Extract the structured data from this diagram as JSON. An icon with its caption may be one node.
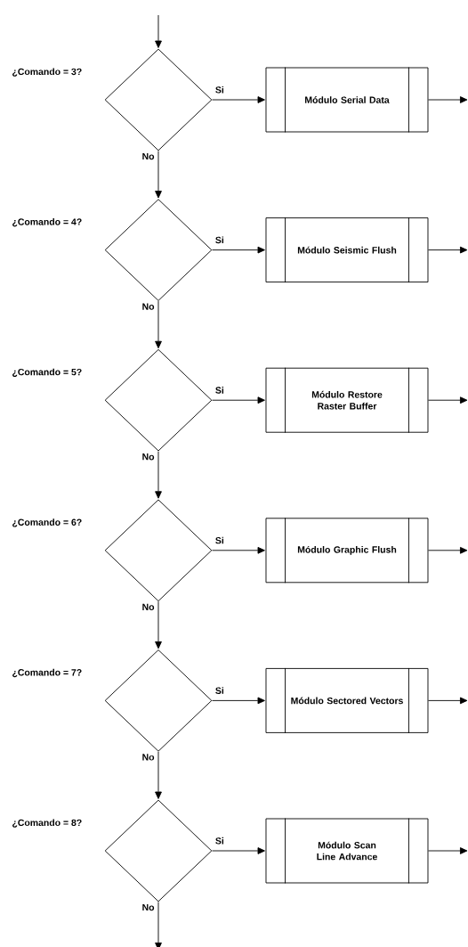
{
  "diagram": {
    "nodes": [
      {
        "text": [
          "¿Comando = 3?"
        ]
      },
      {
        "text": [
          "Módulo Serial Data"
        ]
      },
      {
        "text": [
          "¿Comando = 4?"
        ]
      },
      {
        "text": [
          "Módulo Seismic Flush"
        ]
      },
      {
        "text": [
          "¿Comando = 5?"
        ]
      },
      {
        "text": [
          "Módulo Restore Raster Buffer"
        ]
      },
      {
        "text": [
          "¿Comando = 6?"
        ]
      },
      {
        "text": [
          "Módulo Graphic Flush"
        ]
      },
      {
        "text": [
          "¿Comando = 7?"
        ]
      },
      {
        "text": [
          "Módulo Sectored Vectors"
        ]
      },
      {
        "text": [
          "¿Comando = 8?"
        ]
      },
      {
        "text": [
          "Módulo Scan Line Advance"
        ]
      }
    ],
    "edges": [
      {
        "from": null,
        "to": 0,
        "arrow": "to"
      },
      {
        "from": 0,
        "to": 1,
        "arrow": "to",
        "label": "Si"
      },
      {
        "from": 1,
        "to": null,
        "arrow": "to"
      },
      {
        "from": 0,
        "to": 2,
        "arrow": "to",
        "label": "No"
      },
      {
        "from": 2,
        "to": 3,
        "arrow": "to",
        "label": "Si"
      },
      {
        "from": 3,
        "to": null,
        "arrow": "to"
      },
      {
        "from": 2,
        "to": 4,
        "arrow": "to",
        "label": "No"
      },
      {
        "from": 4,
        "to": 5,
        "arrow": "to",
        "label": "Si"
      },
      {
        "from": 5,
        "to": null,
        "arrow": "to"
      },
      {
        "from": 4,
        "to": 6,
        "arrow": "to",
        "label": "No"
      },
      {
        "from": 6,
        "to": 7,
        "arrow": "to",
        "label": "Si"
      },
      {
        "from": 7,
        "to": null,
        "arrow": "to"
      },
      {
        "from": 6,
        "to": 8,
        "arrow": "to",
        "label": "No"
      },
      {
        "from": 8,
        "to": 9,
        "arrow": "to",
        "label": "Si"
      },
      {
        "from": 9,
        "to": null,
        "arrow": "to"
      },
      {
        "from": 8,
        "to": 10,
        "arrow": "to",
        "label": "No"
      },
      {
        "from": 10,
        "to": 11,
        "arrow": "to",
        "label": "Si"
      },
      {
        "from": 11,
        "to": null,
        "arrow": "to"
      },
      {
        "from": 10,
        "to": null,
        "arrow": "to",
        "label": "No"
      }
    ]
  }
}
